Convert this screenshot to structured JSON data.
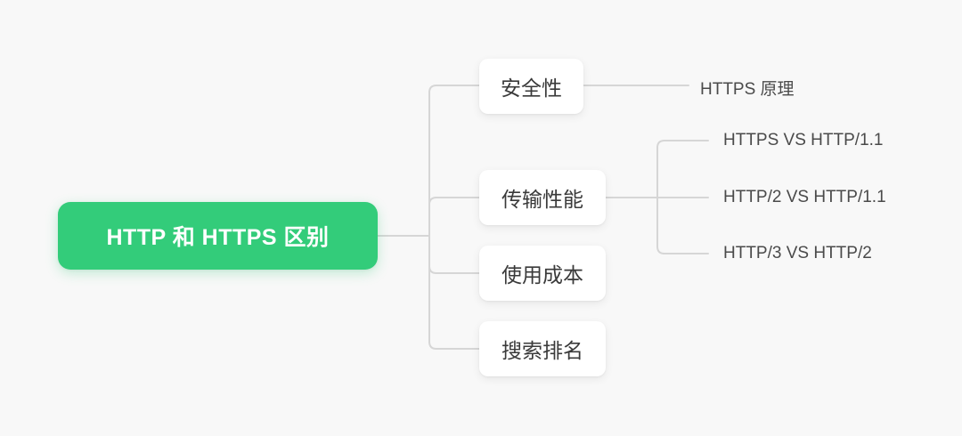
{
  "diagram": {
    "type": "mind-map",
    "background_color": "#f8f8f8",
    "connector_color": "#d6d6d6",
    "root": {
      "label": "HTTP 和 HTTPS 区别",
      "color": "#33cc7a",
      "text_color": "#ffffff"
    },
    "branches": [
      {
        "label": "安全性",
        "text_color": "#3a3a3a",
        "background": "#ffffff",
        "children": [
          {
            "label": "HTTPS 原理"
          }
        ]
      },
      {
        "label": "传输性能",
        "text_color": "#3a3a3a",
        "background": "#ffffff",
        "children": [
          {
            "label": "HTTPS VS HTTP/1.1"
          },
          {
            "label": "HTTP/2 VS HTTP/1.1"
          },
          {
            "label": "HTTP/3 VS HTTP/2"
          }
        ]
      },
      {
        "label": "使用成本",
        "text_color": "#3a3a3a",
        "background": "#ffffff",
        "children": []
      },
      {
        "label": "搜索排名",
        "text_color": "#3a3a3a",
        "background": "#ffffff",
        "children": []
      }
    ]
  }
}
